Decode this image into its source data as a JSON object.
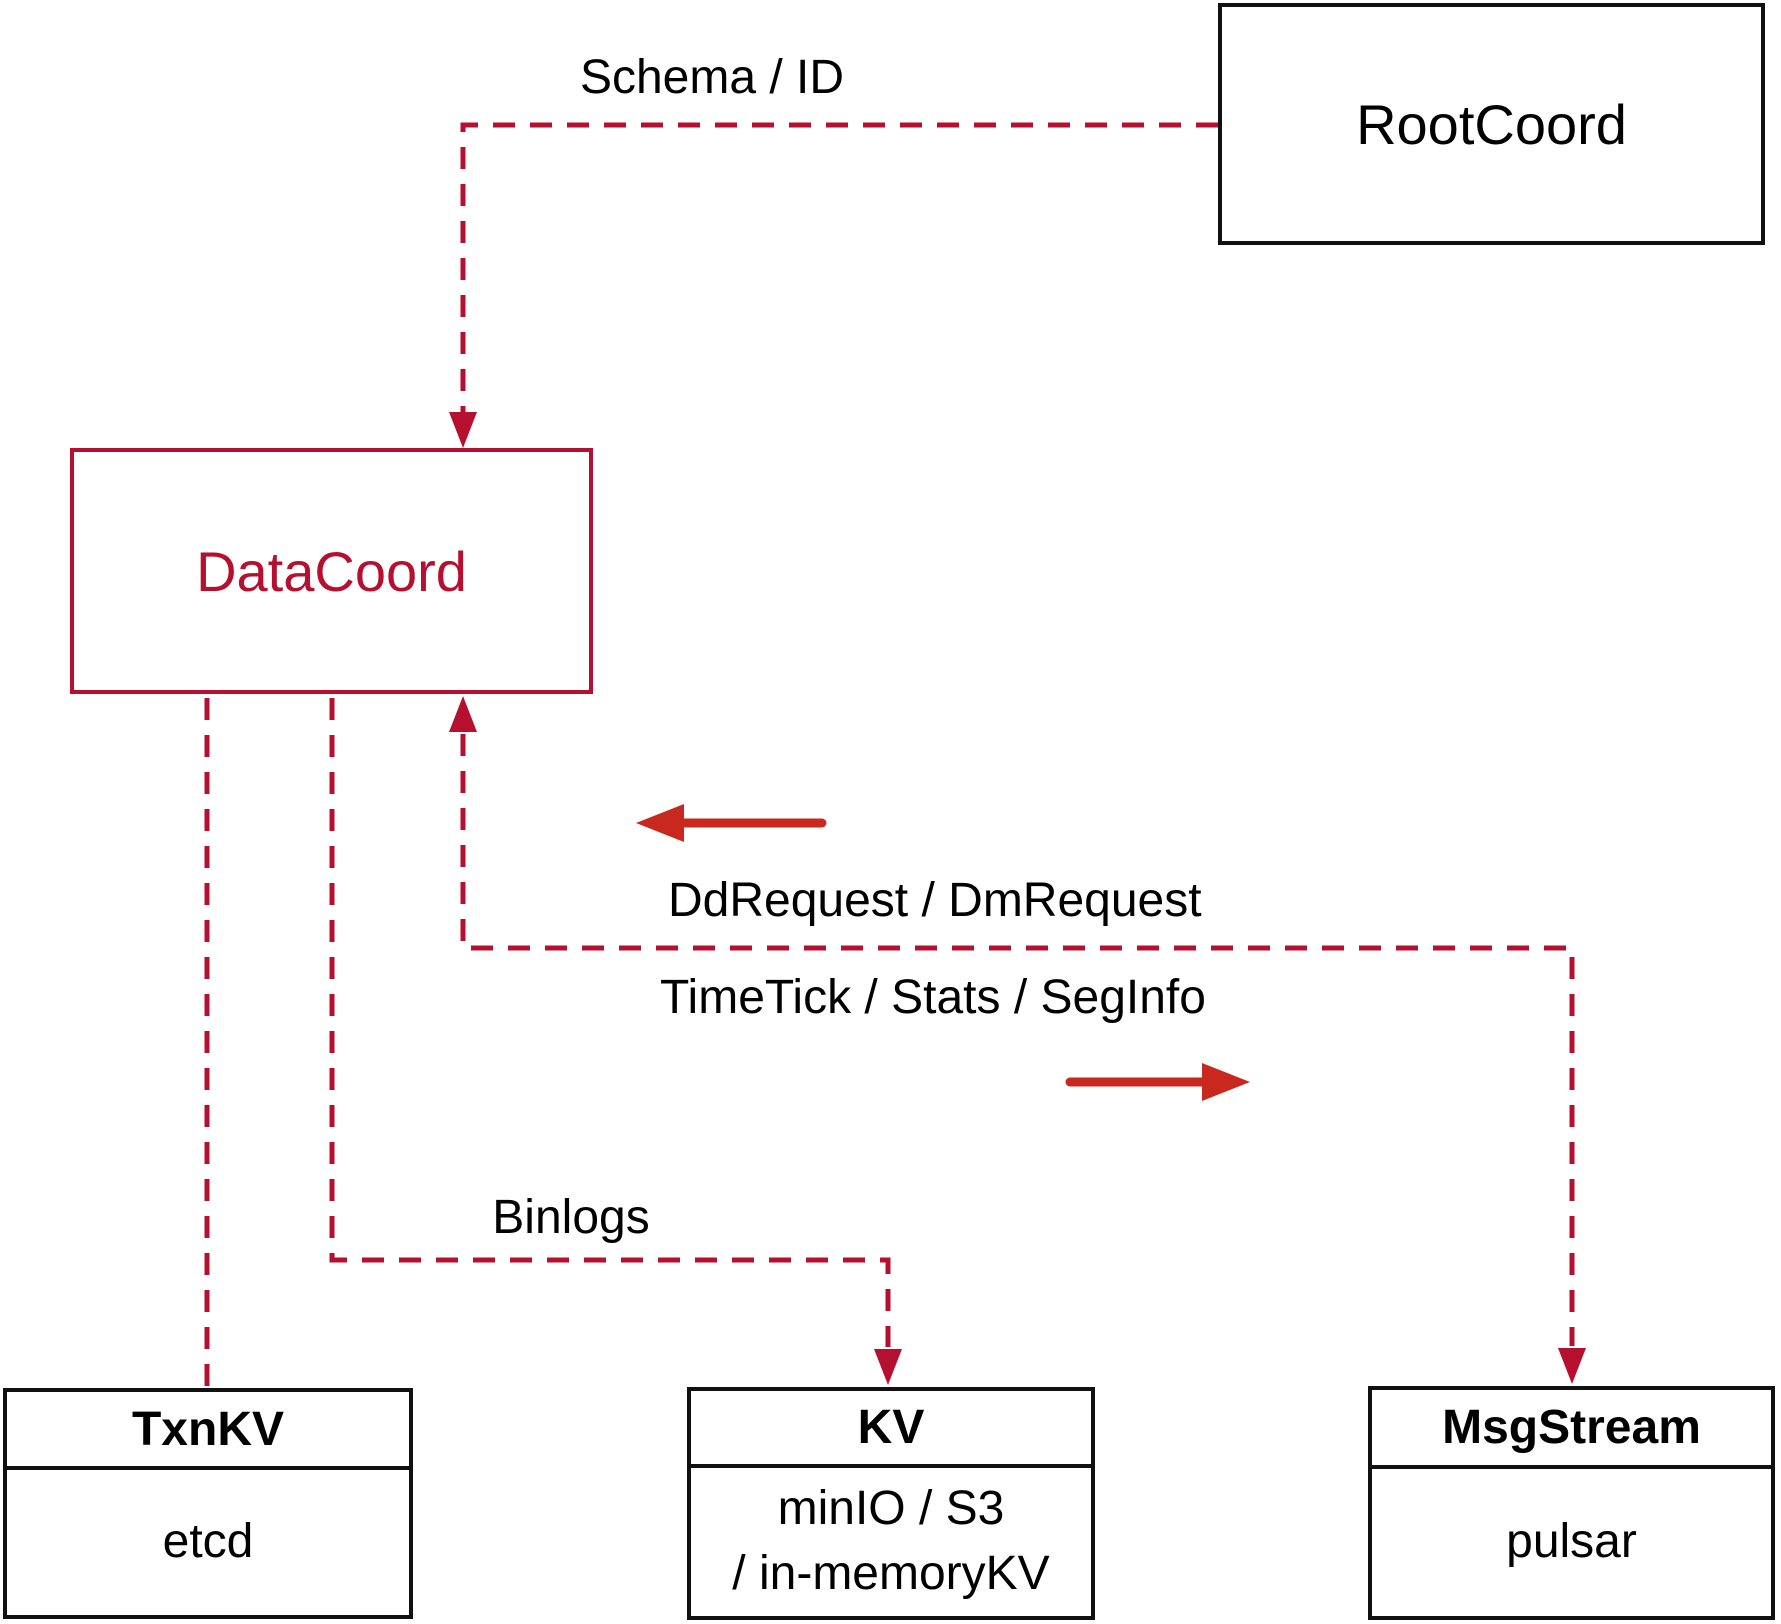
{
  "colors": {
    "crimson_dashed": "#b5102f",
    "solid_arrow_red": "#c9281e",
    "box_border_black": "#111111",
    "text_black": "#000000",
    "background": "#ffffff"
  },
  "nodes": {
    "rootcoord": {
      "label": "RootCoord"
    },
    "datacoord": {
      "label": "DataCoord"
    },
    "txnkv": {
      "title": "TxnKV",
      "body": "etcd"
    },
    "kv": {
      "title": "KV",
      "body_line1": "minIO / S3",
      "body_line2": "/ in-memoryKV"
    },
    "msgstream": {
      "title": "MsgStream",
      "body": "pulsar"
    }
  },
  "edges": {
    "schema_id": {
      "label": "Schema / ID",
      "from": "RootCoord",
      "to": "DataCoord",
      "style": "dashed"
    },
    "ddrequest": {
      "label": "DdRequest / DmRequest",
      "direction": "left-toward-DataCoord",
      "style": "dashed"
    },
    "timetick": {
      "label": "TimeTick / Stats / SegInfo",
      "direction": "right-toward-MsgStream",
      "style": "dashed"
    },
    "binlogs": {
      "label": "Binlogs",
      "from": "DataCoord",
      "to": "KV",
      "style": "dashed"
    },
    "txnkv_link": {
      "from": "DataCoord",
      "to": "TxnKV",
      "style": "dashed-no-arrow"
    }
  }
}
